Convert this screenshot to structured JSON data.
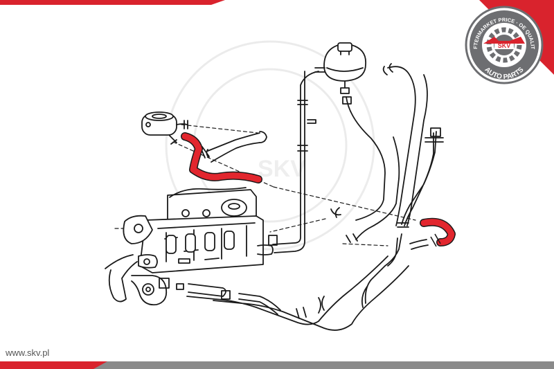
{
  "brand": {
    "badge_top_text": "AFTERMARKET PRICE · OE QUALITY",
    "badge_bottom_text": "AUTO PARTS",
    "badge_center_text": "SKV",
    "website": "www.skv.pl",
    "watermark_text": "SKV",
    "accent_color": "#d9232d",
    "line_color": "#1a1a1a",
    "badge_color": "#6d6e71"
  },
  "diagram": {
    "subject": "cooling-system-hoses",
    "highlighted_parts": [
      "oil-cooler-hose",
      "radiator-return-hose"
    ]
  }
}
